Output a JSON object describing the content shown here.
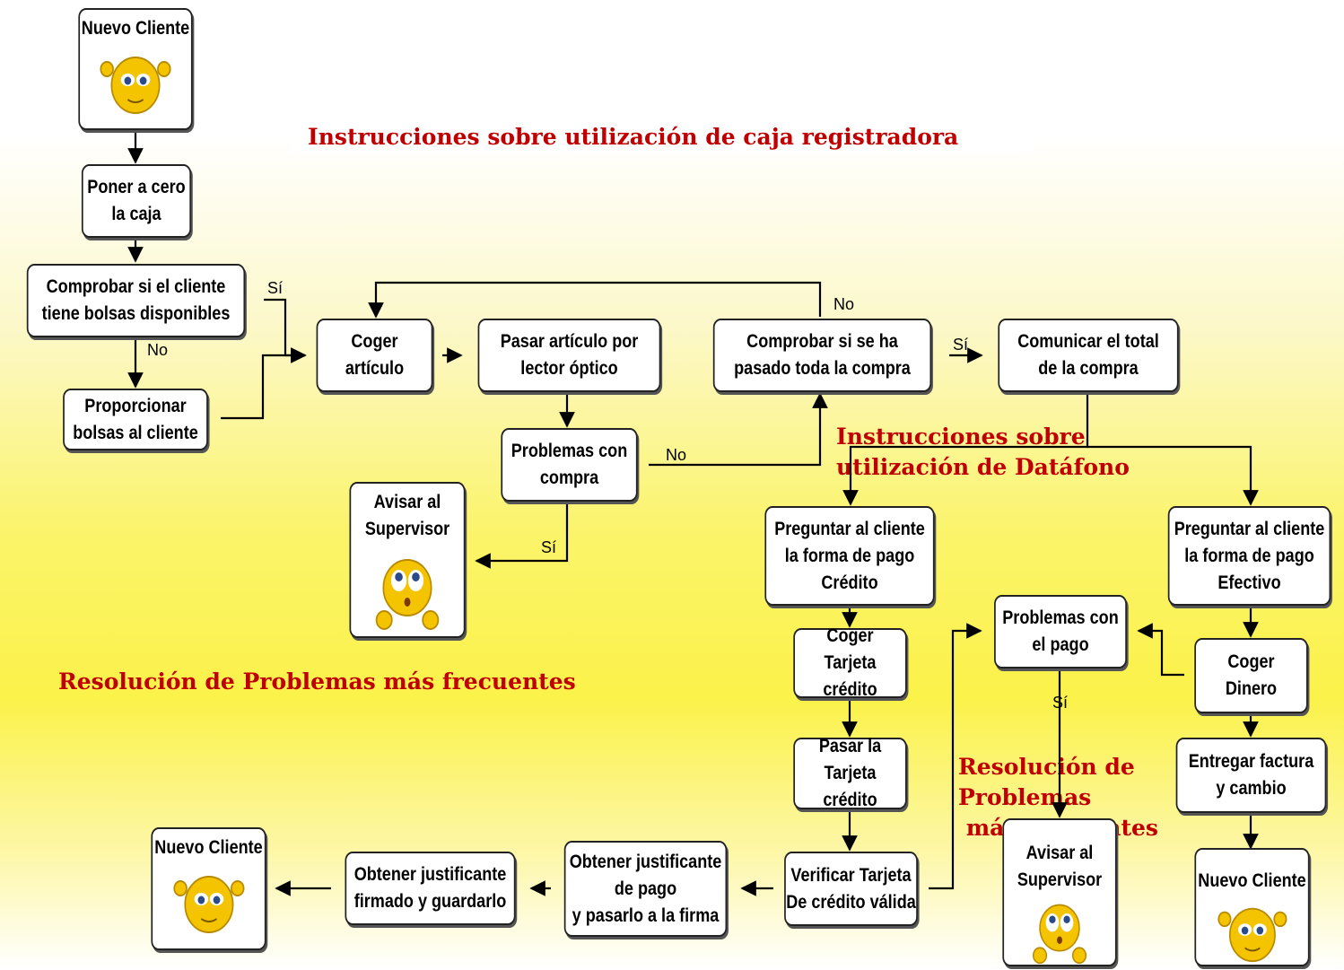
{
  "headings": {
    "caja": "Instrucciones sobre utilización de caja registradora",
    "datafono": "Instrucciones sobre\nutilización de Datáfono",
    "problemas_main": "Resolución de Problemas más frecuentes",
    "problemas_small": "Resolución de\nProblemas\n más frecuentes"
  },
  "nodes": {
    "nuevo_cliente_top": "Nuevo Cliente",
    "poner_cero": "Poner a cero\nla caja",
    "comprobar_bolsas": "Comprobar si el cliente\ntiene bolsas disponibles",
    "proporcionar_bolsas": "Proporcionar\nbolsas al cliente",
    "coger_articulo": "Coger\nartículo",
    "pasar_articulo": "Pasar artículo por\nlector óptico",
    "comprobar_compra": "Comprobar si se ha\npasado toda la compra",
    "comunicar_total": "Comunicar  el total\nde la compra",
    "problemas_compra": "Problemas con\ncompra",
    "avisar_supervisor_1": "Avisar al\nSupervisor",
    "preguntar_credito": "Preguntar al cliente\nla forma de pago\nCrédito",
    "preguntar_efectivo": "Preguntar al cliente\nla forma de pago\nEfectivo",
    "problemas_pago": "Problemas con\nel pago",
    "coger_tarjeta": "Coger\nTarjeta crédito",
    "coger_dinero": "Coger\nDinero",
    "pasar_tarjeta": "Pasar la\nTarjeta crédito",
    "entregar_factura": "Entregar factura\ny cambio",
    "verificar_tarjeta": "Verificar Tarjeta\nDe  crédito válida",
    "obtener_justificante_pago": "Obtener justificante\nde pago\ny pasarlo a la firma",
    "obtener_justificante_firmado": "Obtener justificante\nfirmado y guardarlo",
    "nuevo_cliente_bottom_left": "Nuevo Cliente",
    "avisar_supervisor_2": "Avisar al\nSupervisor",
    "nuevo_cliente_bottom_right": "Nuevo Cliente"
  },
  "edge_labels": {
    "si_bolsas": "Sí",
    "no_bolsas": "No",
    "no_compra_loop": "No",
    "si_compra": "Sí",
    "no_problemas": "No",
    "si_problemas": "Sí",
    "si_pago": "Sí"
  },
  "colors": {
    "heading": "#c00000",
    "face": "#f5c400",
    "background_yellow": "#fbf24a"
  }
}
